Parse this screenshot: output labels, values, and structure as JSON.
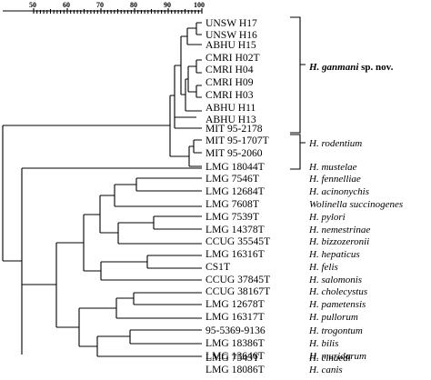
{
  "scale": {
    "labels": [
      "50",
      "60",
      "70",
      "80",
      "90",
      "100"
    ]
  },
  "groups": [
    {
      "label_bold": "H. ganmani",
      "label_rest": " sp. nov."
    },
    {
      "label_italic": "H. rodentium"
    }
  ],
  "strains": [
    {
      "id": "UNSW H17",
      "species": ""
    },
    {
      "id": "UNSW H16",
      "species": ""
    },
    {
      "id": "ABHU H15",
      "species": ""
    },
    {
      "id": "CMRI H02T",
      "species": ""
    },
    {
      "id": "CMRI H04",
      "species": ""
    },
    {
      "id": "CMRI H09",
      "species": ""
    },
    {
      "id": "CMRI H03",
      "species": ""
    },
    {
      "id": "ABHU H11",
      "species": ""
    },
    {
      "id": "ABHU H13",
      "species": ""
    },
    {
      "id": "MIT 95-2178",
      "species": ""
    },
    {
      "id": "MIT 95-1707T",
      "species": ""
    },
    {
      "id": "MIT 95-2060",
      "species": ""
    },
    {
      "id": "LMG 18044T",
      "species": "H. mustelae"
    },
    {
      "id": "LMG 7546T",
      "species": "H. fennelliae"
    },
    {
      "id": "LMG 12684T",
      "species": "H. acinonychis"
    },
    {
      "id": "LMG 7608T",
      "species": "Wolinella succinogenes"
    },
    {
      "id": "LMG 7539T",
      "species": "H. pylori"
    },
    {
      "id": "LMG 14378T",
      "species": "H. nemestrinae"
    },
    {
      "id": "CCUG 35545T",
      "species": "H. bizzozeronii"
    },
    {
      "id": "LMG 16316T",
      "species": "H. hepaticus"
    },
    {
      "id": "CS1T",
      "species": "H. felis"
    },
    {
      "id": "CCUG 37845T",
      "species": "H. salomonis"
    },
    {
      "id": "CCUG 38167T",
      "species": "H. cholecystus"
    },
    {
      "id": "LMG 12678T",
      "species": "H. pametensis"
    },
    {
      "id": "LMG 16317T",
      "species": "H. pullorum"
    },
    {
      "id": "95-5369-9136",
      "species": "H. trogontum"
    },
    {
      "id": "LMG 18386T",
      "species": "H. bilis"
    },
    {
      "id": "LMG 13646T",
      "species": "H. muridarum"
    },
    {
      "id": "LMG 7543T",
      "species": "H. cinaedi"
    },
    {
      "id": "LMG 18086T",
      "species": "H. canis"
    }
  ]
}
